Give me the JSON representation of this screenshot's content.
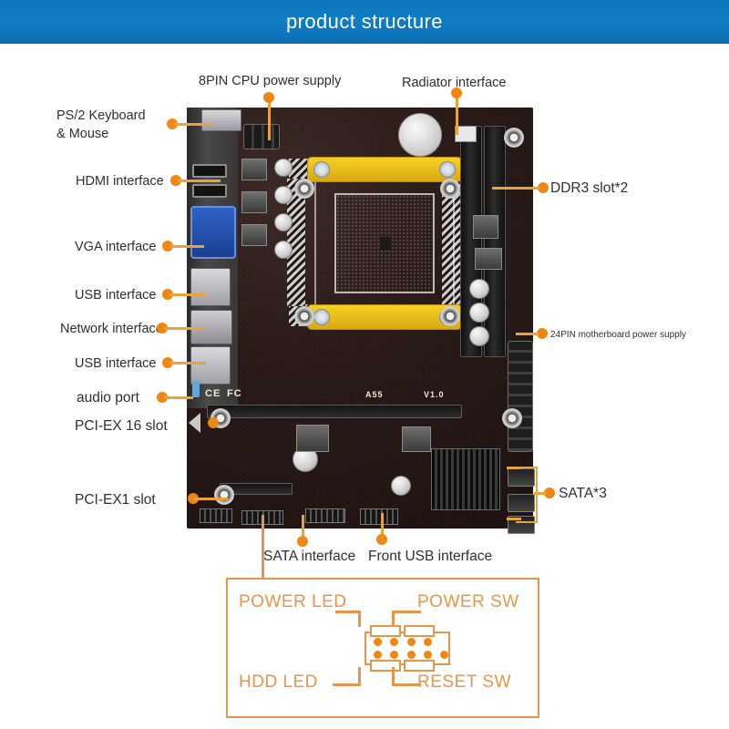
{
  "header": {
    "title": "product structure"
  },
  "board": {
    "silkscreen": [
      {
        "text": "A55",
        "note": "chipset model silkscreen"
      },
      {
        "text": "V1.0",
        "note": "board revision silkscreen"
      },
      {
        "text": "CE",
        "note": "ce-mark"
      },
      {
        "text": "FC",
        "note": "fcc-mark"
      }
    ]
  },
  "callouts": {
    "left": [
      {
        "id": "ps2",
        "label": "PS/2 Keyboard\n& Mouse",
        "line1": "PS/2 Keyboard",
        "line2": "& Mouse"
      },
      {
        "id": "hdmi",
        "label": "HDMI interface"
      },
      {
        "id": "vga",
        "label": "VGA interface"
      },
      {
        "id": "usb-top",
        "label": "USB interface"
      },
      {
        "id": "network",
        "label": "Network interface"
      },
      {
        "id": "usb-bot",
        "label": "USB interface"
      },
      {
        "id": "audio",
        "label": "audio port"
      },
      {
        "id": "pcie16",
        "label": "PCI-EX 16 slot"
      },
      {
        "id": "pcie1",
        "label": "PCI-EX1 slot"
      }
    ],
    "top": [
      {
        "id": "cpu-power",
        "label": "8PIN CPU power supply"
      },
      {
        "id": "radiator",
        "label": "Radiator interface"
      }
    ],
    "right": [
      {
        "id": "ddr3",
        "label": "DDR3 slot*2"
      },
      {
        "id": "atx24",
        "label": "24PIN motherboard power supply"
      },
      {
        "id": "sata3",
        "label": "SATA*3"
      }
    ],
    "bottom": [
      {
        "id": "sata-if",
        "label": "SATA interface"
      },
      {
        "id": "front-usb-if",
        "label": "Front USB interface"
      }
    ]
  },
  "front_panel": {
    "power_led": "POWER LED",
    "power_sw": "POWER SW",
    "hdd_led": "HDD  LED",
    "reset_sw": "RESET SW",
    "pins_top_row": 4,
    "pins_bottom_row": 5
  },
  "colors": {
    "banner_blue": "#0f7dc4",
    "accent_orange": "#f08712",
    "line_orange": "#e8a33d",
    "panel_orange": "#e8954a",
    "label_text": "#2f2f2f",
    "pcb_brown": "#2a1b18",
    "retention_yellow": "#f7d024",
    "vga_blue": "#2f62c6"
  }
}
